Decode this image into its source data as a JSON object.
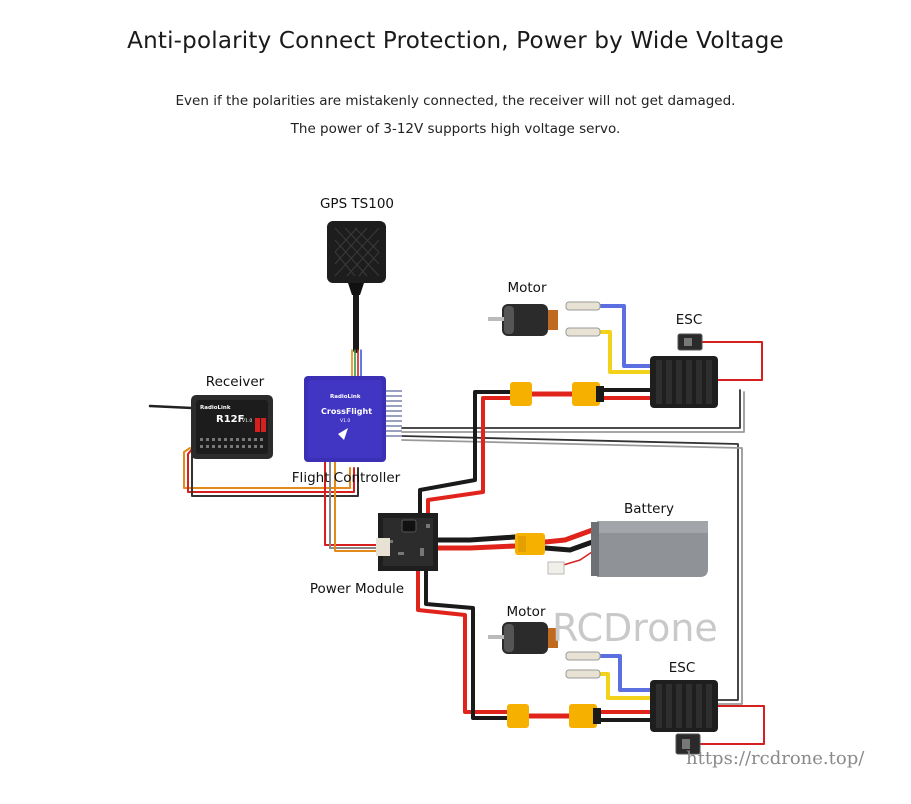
{
  "header": {
    "title": "Anti-polarity Connect Protection, Power by Wide Voltage",
    "line1": "Even if the polarities are mistakenly connected, the receiver will not get damaged.",
    "line2": "The power of 3-12V supports high voltage servo."
  },
  "labels": {
    "gps": "GPS TS100",
    "receiver": "Receiver",
    "flight_controller": "Flight Controller",
    "power_module": "Power Module",
    "battery": "Battery",
    "motor_top": "Motor",
    "motor_bottom": "Motor",
    "esc_top": "ESC",
    "esc_bottom": "ESC"
  },
  "receiver_device": {
    "brand": "RadioLink",
    "model": "R12F",
    "version": "V1.0"
  },
  "fc_device": {
    "brand": "RadioLink",
    "name": "CrossFlight",
    "version": "V1.0"
  },
  "watermark": {
    "brand": "RCDrone",
    "url": "https://rcdrone.top/"
  },
  "colors": {
    "wire_red": "#e0241c",
    "wire_black": "#1a1a1a",
    "wire_blue": "#5b6fe0",
    "wire_yellow": "#f2d21b",
    "xt60": "#f5b000",
    "fc_body": "#3a2fb5",
    "battery": "#8f9397"
  }
}
